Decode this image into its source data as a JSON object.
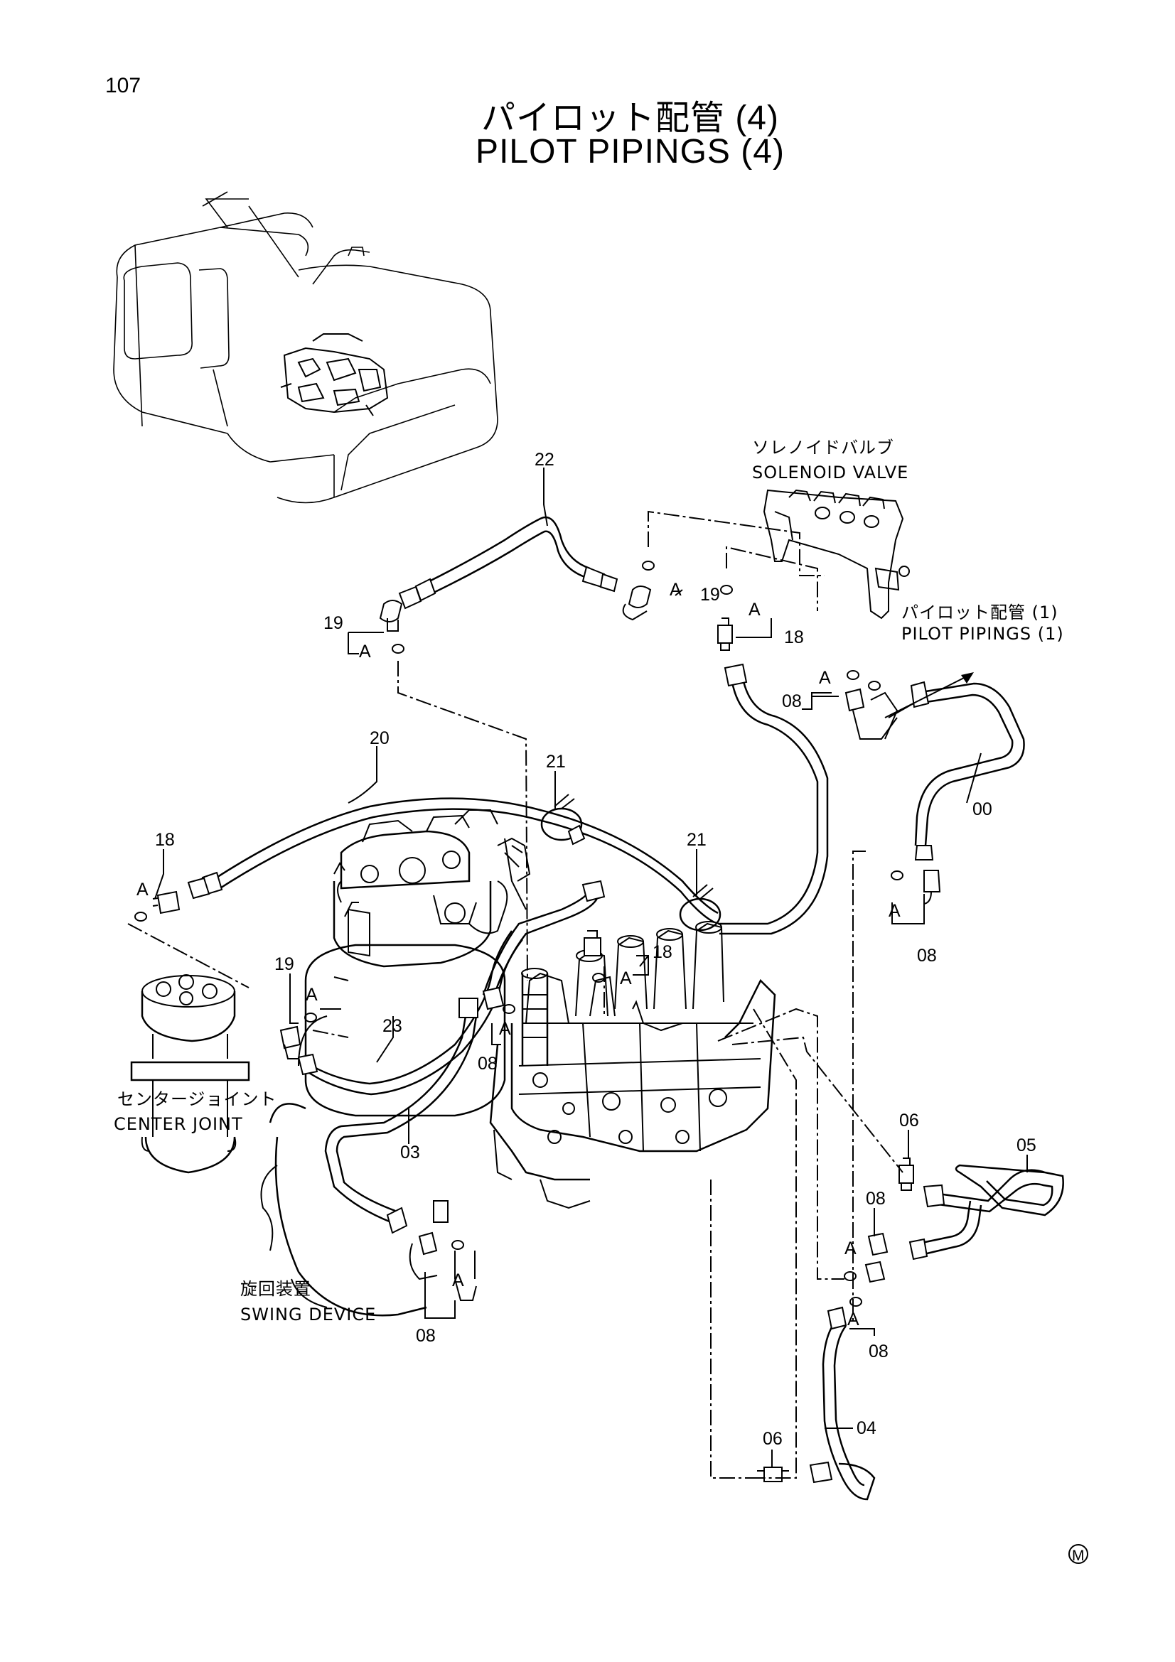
{
  "page_number": "107",
  "title_jp": "パイロット配管 (4)",
  "title_en": "PILOT PIPINGS (4)",
  "labels": {
    "solenoid_jp": "ソレノイドバルブ",
    "solenoid_en": "SOLENOID VALVE",
    "pilot1_jp": "パイロット配管 (1)",
    "pilot1_en": "PILOT PIPINGS (1)",
    "center_jp": "センタージョイント",
    "center_en": "CENTER JOINT",
    "swing_jp": "旋回装置",
    "swing_en": "SWING DEVICE"
  },
  "callouts": {
    "c22": "22",
    "c19a": "19",
    "c19b": "19",
    "c19c": "19",
    "c18a": "18",
    "c18b": "18",
    "c18c": "18",
    "c08a": "08",
    "c08b": "08",
    "c08c": "08",
    "c08d": "08",
    "c08e": "08",
    "c08f": "08",
    "c20": "20",
    "c21a": "21",
    "c21b": "21",
    "c00": "00",
    "c23": "23",
    "c03": "03",
    "c06a": "06",
    "c06b": "06",
    "c05": "05",
    "c04": "04",
    "A": "A"
  },
  "mark": "M"
}
